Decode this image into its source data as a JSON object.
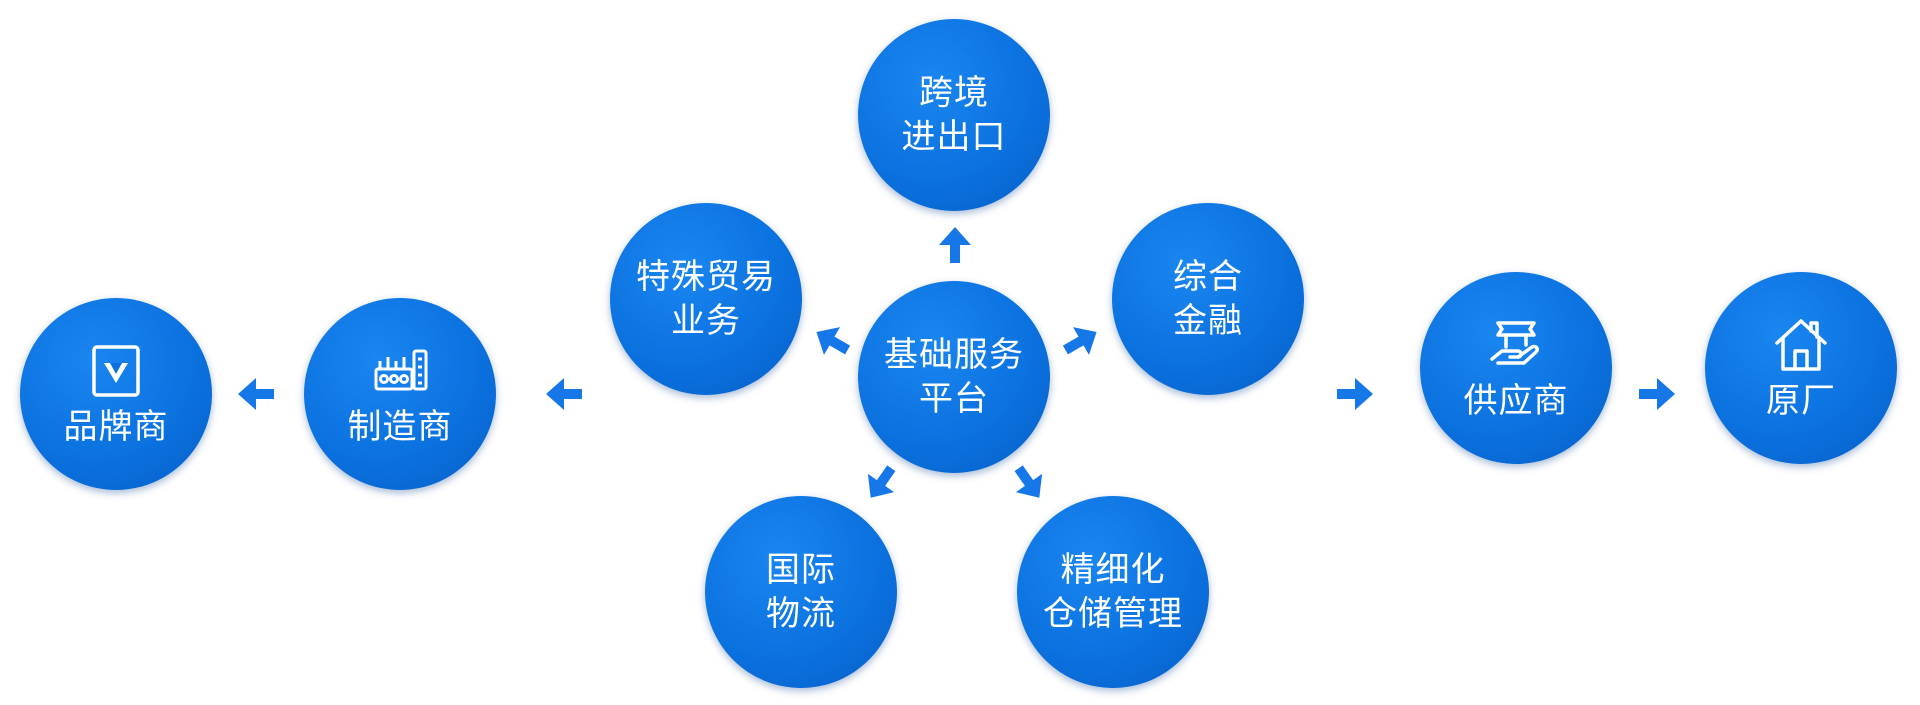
{
  "colors": {
    "node_fill": "#0b72e0",
    "arrow": "#1677e8",
    "text": "#ffffff"
  },
  "nodes": {
    "center": {
      "label": "基础服务\n平台"
    },
    "top": {
      "label": "跨境\n进出口"
    },
    "upper_left": {
      "label": "特殊贸易\n业务"
    },
    "upper_right": {
      "label": "综合\n金融"
    },
    "lower_left": {
      "label": "国际\n物流"
    },
    "lower_right": {
      "label": "精细化\n仓储管理"
    },
    "manufacturer": {
      "label": "制造商",
      "icon": "factory-icon"
    },
    "brand": {
      "label": "品牌商",
      "icon": "brand-badge-icon"
    },
    "supplier": {
      "label": "供应商",
      "icon": "supplier-hand-icon"
    },
    "factory": {
      "label": "原厂",
      "icon": "house-icon"
    }
  }
}
